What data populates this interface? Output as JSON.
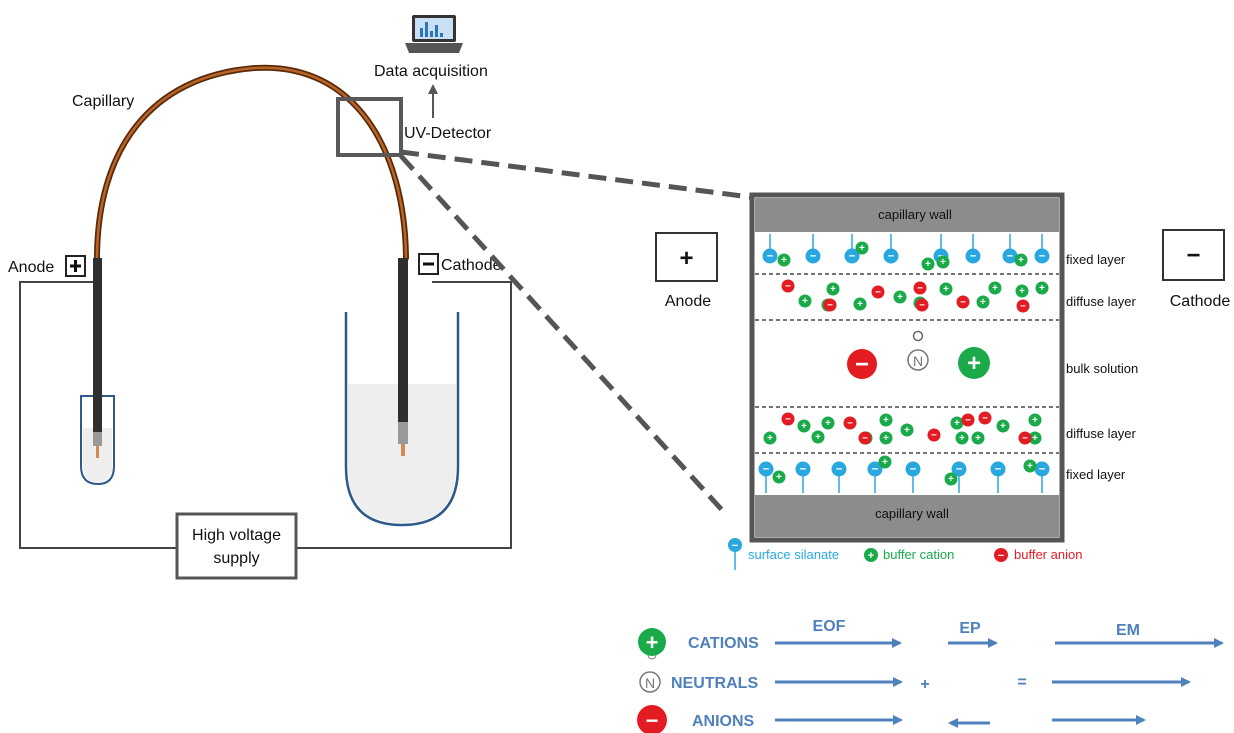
{
  "setup": {
    "capillary_label": "Capillary",
    "data_acquisition_label": "Data acquisition",
    "detector_label": "UV-Detector",
    "anode_label": "Anode",
    "cathode_label": "Cathode",
    "plus_sign": "+",
    "minus_sign": "−",
    "hv_label_line1": "High voltage",
    "hv_label_line2": "supply"
  },
  "zoom": {
    "wall_top": "capillary wall",
    "wall_bottom": "capillary wall",
    "layer_labels": {
      "fixed_top": "fixed layer",
      "diffuse_top": "diffuse layer",
      "bulk": "bulk solution",
      "diffuse_bottom": "diffuse layer",
      "fixed_bottom": "fixed layer"
    },
    "anode_label": "Anode",
    "cathode_label": "Cathode",
    "plus_sign": "+",
    "minus_sign": "−",
    "neutral_symbol": "N",
    "ion_plus": "+",
    "ion_minus": "−",
    "silanate_minus": "−",
    "legend": {
      "silanate": "surface silanate",
      "cation": "buffer cation",
      "anion": "buffer anion"
    }
  },
  "mobility": {
    "rows": [
      {
        "name": "CATIONS"
      },
      {
        "name": "NEUTRALS"
      },
      {
        "name": "ANIONS"
      }
    ],
    "col_labels": {
      "eof": "EOF",
      "ep": "EP",
      "em": "EM"
    },
    "operators": {
      "plus": "+",
      "equals": "="
    },
    "symbol_plus": "+",
    "symbol_minus": "−",
    "symbol_neutral": "N"
  },
  "colors": {
    "capillary": "#8b4513",
    "electrode": "#2f2f2f",
    "beaker": "#2e5a8a",
    "solution": "#eeeeee",
    "wall": "#8c8c8c",
    "zoom_border": "#555555",
    "silanate": "#29a8df",
    "cation": "#1aaa4a",
    "anion": "#e31b23",
    "arrow_blue": "#4f81bd",
    "mobility_text": "#4f81bd",
    "legend_silanate": "#29a8df",
    "legend_cation": "#1aaa4a",
    "legend_anion": "#e31b23"
  }
}
